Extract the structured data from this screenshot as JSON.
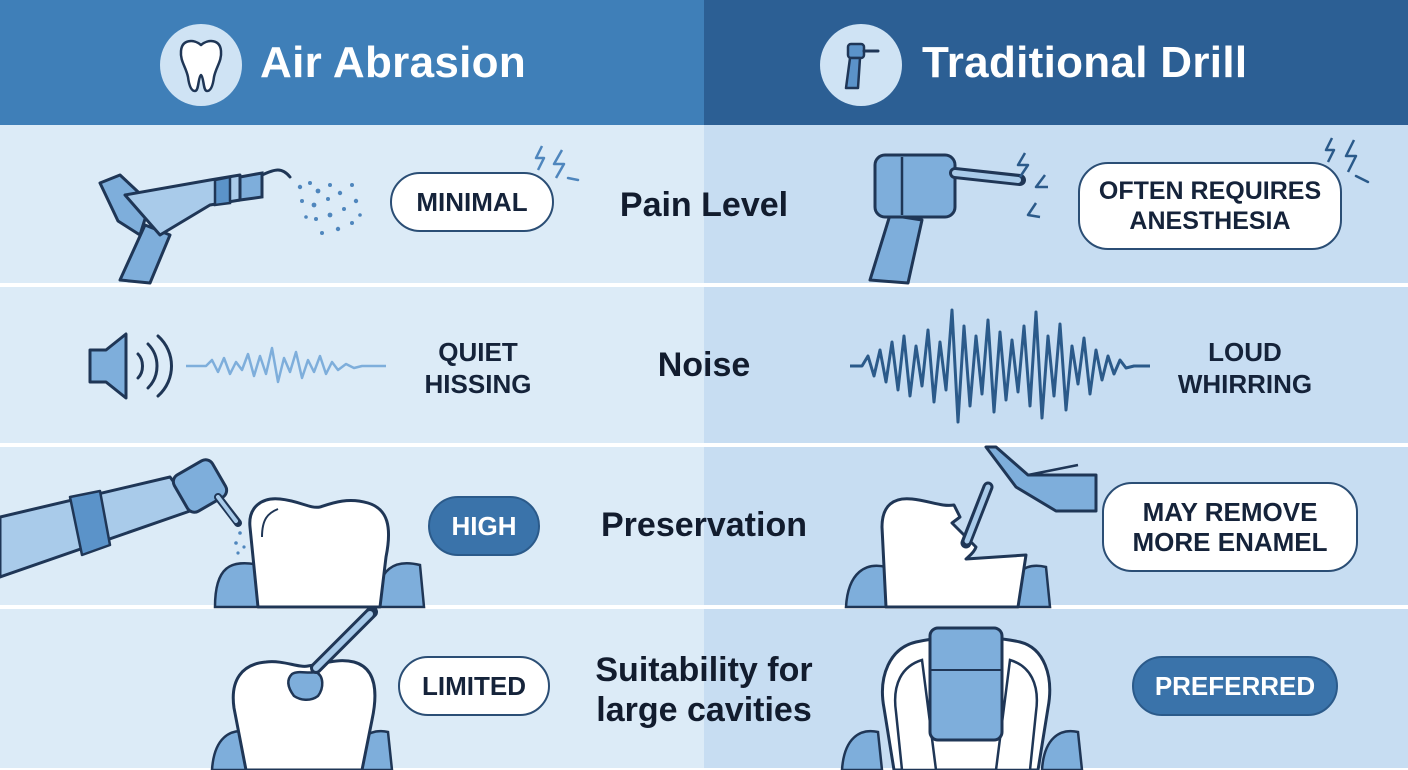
{
  "header": {
    "left_title": "Air Abrasion",
    "right_title": "Traditional Drill"
  },
  "rows": [
    {
      "criterion": "Pain Level",
      "left": "MINIMAL",
      "right": "OFTEN REQUIRES\nANESTHESIA"
    },
    {
      "criterion": "Noise",
      "left": "QUIET\nHISSING",
      "right": "LOUD\nWHIRRING"
    },
    {
      "criterion": "Preservation",
      "left": "HIGH",
      "right": "MAY REMOVE\nMORE ENAMEL"
    },
    {
      "criterion": "Suitability for\nlarge cavities",
      "left": "LIMITED",
      "right": "PREFERRED"
    }
  ],
  "icons": {
    "left_header": "tooth-icon",
    "right_header": "dental-handpiece-icon",
    "pain_left": "air-abrasion-handpiece-icon",
    "pain_right": "dental-drill-icon",
    "noise_left": "speaker-icon",
    "noise_left_wave": "soft-sound-wave-icon",
    "noise_right_wave": "loud-sound-wave-icon",
    "preservation_left": "tooth-with-air-abrasion-icon",
    "preservation_right": "chipped-tooth-drill-icon",
    "suitability_left": "tooth-small-cavity-icon",
    "suitability_right": "tooth-large-filling-icon"
  },
  "colors": {
    "left_header": "#3f7fb8",
    "right_header": "#2c5f94",
    "left_bg": "#dcebf7",
    "right_bg": "#c7ddf2",
    "accent": "#3a73aa",
    "outline": "#1f3656",
    "tool_fill": "#7eaedb"
  }
}
